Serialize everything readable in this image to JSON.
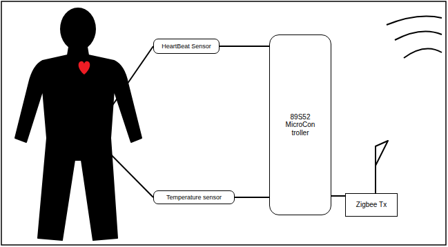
{
  "diagram": {
    "nodes": [
      {
        "text": [
          "HeartBeat Sensor"
        ]
      },
      {
        "text": [
          "Temperature sensor"
        ]
      },
      {
        "text": [
          "89S52 MicroCon troller"
        ]
      },
      {
        "text": [
          "Zigbee Tx"
        ]
      }
    ],
    "edges": [
      {
        "from": 0,
        "to": 2,
        "arrow": "none"
      },
      {
        "from": 1,
        "to": 2,
        "arrow": "none"
      },
      {
        "from": 2,
        "to": 3,
        "arrow": "none"
      }
    ]
  }
}
